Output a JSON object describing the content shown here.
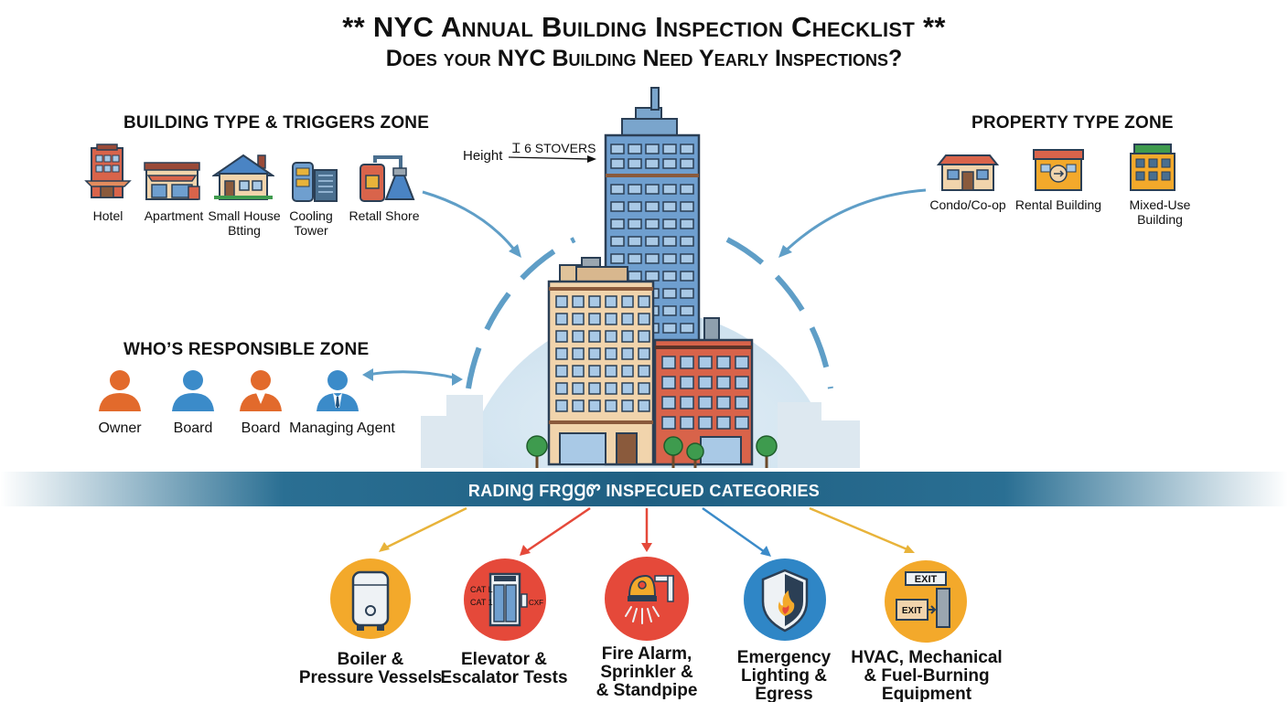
{
  "header": {
    "title": "** NYC Annual Building Inspection Checklist **",
    "subtitle": "Does your NYC Building Need Yearly Inspections?"
  },
  "building_zone": {
    "title": "BUILDING TYPE & TRIGGERS ZONE",
    "items": [
      {
        "label": "Hotel",
        "icon": "hotel-icon"
      },
      {
        "label": "Apartment",
        "icon": "apartment-icon"
      },
      {
        "label": "Small House\nBtting",
        "icon": "small-house-icon"
      },
      {
        "label": "Cooling\nTower",
        "icon": "cooling-tower-icon"
      },
      {
        "label": "Retall Shore",
        "icon": "retail-store-icon"
      }
    ]
  },
  "property_zone": {
    "title": "PROPERTY TYPE ZONE",
    "items": [
      {
        "label": "Condo/Co-op",
        "icon": "condo-icon"
      },
      {
        "label": "Rental Building",
        "icon": "rental-building-icon"
      },
      {
        "label": "Mixed-Use Building",
        "icon": "mixed-use-icon"
      }
    ]
  },
  "responsible_zone": {
    "title": "WHO’S RESPONSIBLE ZONE",
    "items": [
      {
        "label": "Owner",
        "icon": "owner-icon"
      },
      {
        "label": "Board",
        "icon": "board-icon"
      },
      {
        "label": "Board",
        "icon": "board-member-icon"
      },
      {
        "label": "Managing Agent",
        "icon": "managing-agent-icon"
      }
    ]
  },
  "height": {
    "label": "Height",
    "value": "Ꮖ 6 STOVERS"
  },
  "band": {
    "label": "RADINꞬ FRꞬꞬᏛ INSPECUED CATEGORIES"
  },
  "categories": [
    {
      "label": "Boiler &\nPressure Vessels",
      "icon": "boiler-icon",
      "color": "#f3a92b"
    },
    {
      "label": "Elevator &\nEscalator Tests",
      "icon": "elevator-icon",
      "color": "#e5493a",
      "icon_text": [
        "CAT L",
        "CAT 1",
        "CXF"
      ]
    },
    {
      "label": "Fire Alarm,\nSprinkler &\n& Standpipe",
      "icon": "sprinkler-icon",
      "color": "#e5493a"
    },
    {
      "label": "Emergency\nLighting &\nEgress",
      "icon": "shield-flame-icon",
      "color": "#2f86c6"
    },
    {
      "label": "HVAC, Mechanical\n& Fuel-Burning\nEquipment",
      "icon": "exit-sign-icon",
      "color": "#f3a92b",
      "icon_text": [
        "EXIT",
        "EXIT"
      ]
    }
  ]
}
